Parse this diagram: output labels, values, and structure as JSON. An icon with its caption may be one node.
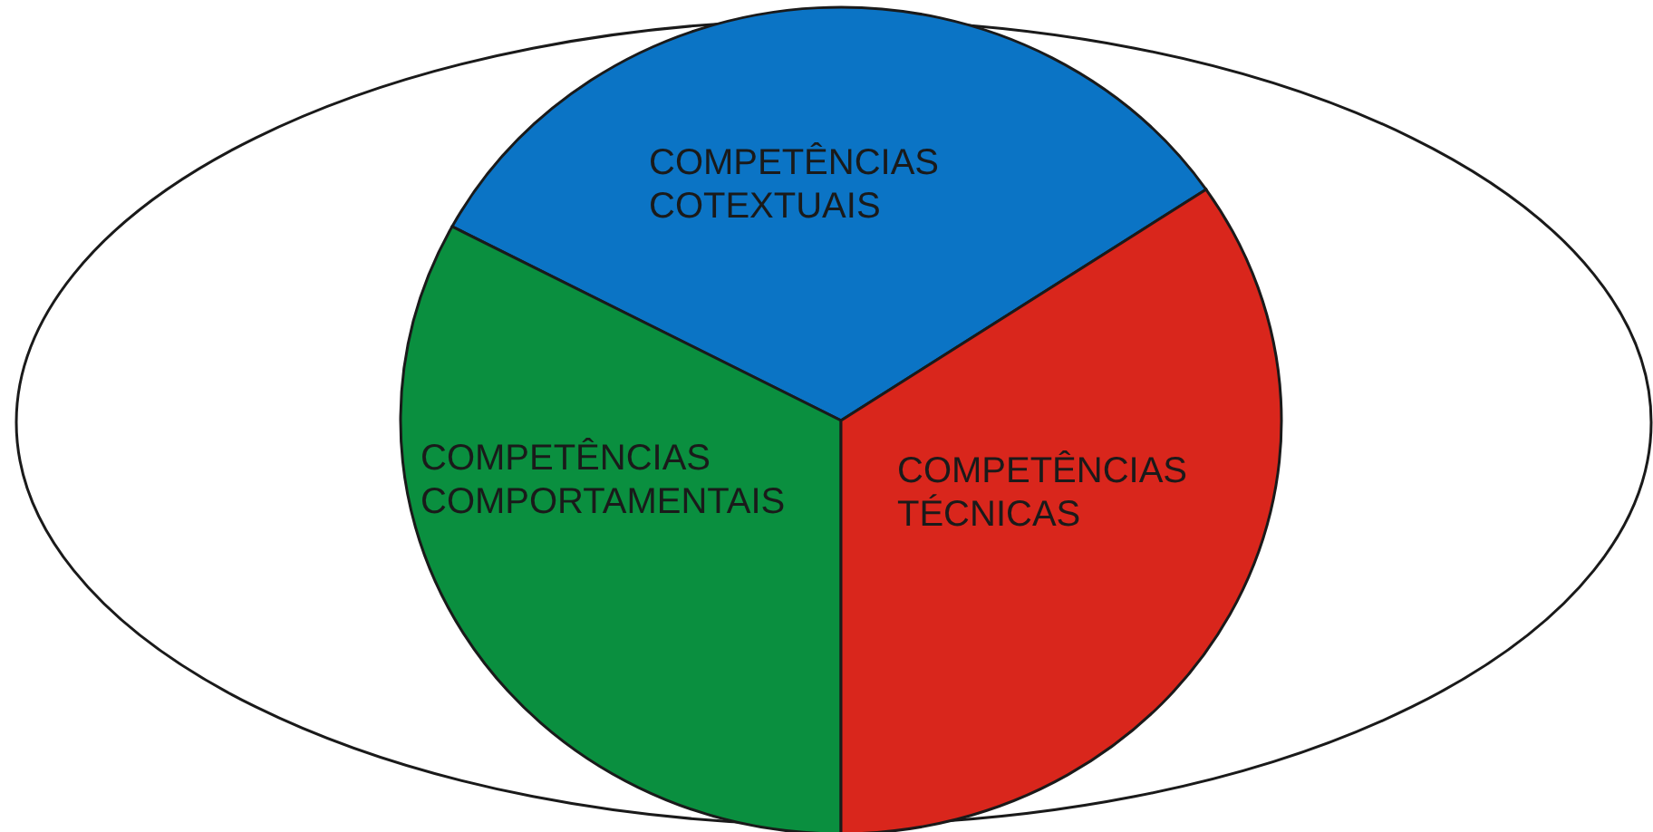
{
  "diagram": {
    "nodes": [
      {
        "text": [],
        "shape": "ellipse"
      },
      {
        "text": [
          "COMPETÊNCIAS COTEXTUAIS"
        ],
        "in": 0
      },
      {
        "text": [
          "COMPETÊNCIAS COMPORTAMENTAIS"
        ],
        "in": 0
      },
      {
        "text": [
          "COMPETÊNCIAS TÉCNICAS"
        ],
        "in": 0
      }
    ]
  }
}
